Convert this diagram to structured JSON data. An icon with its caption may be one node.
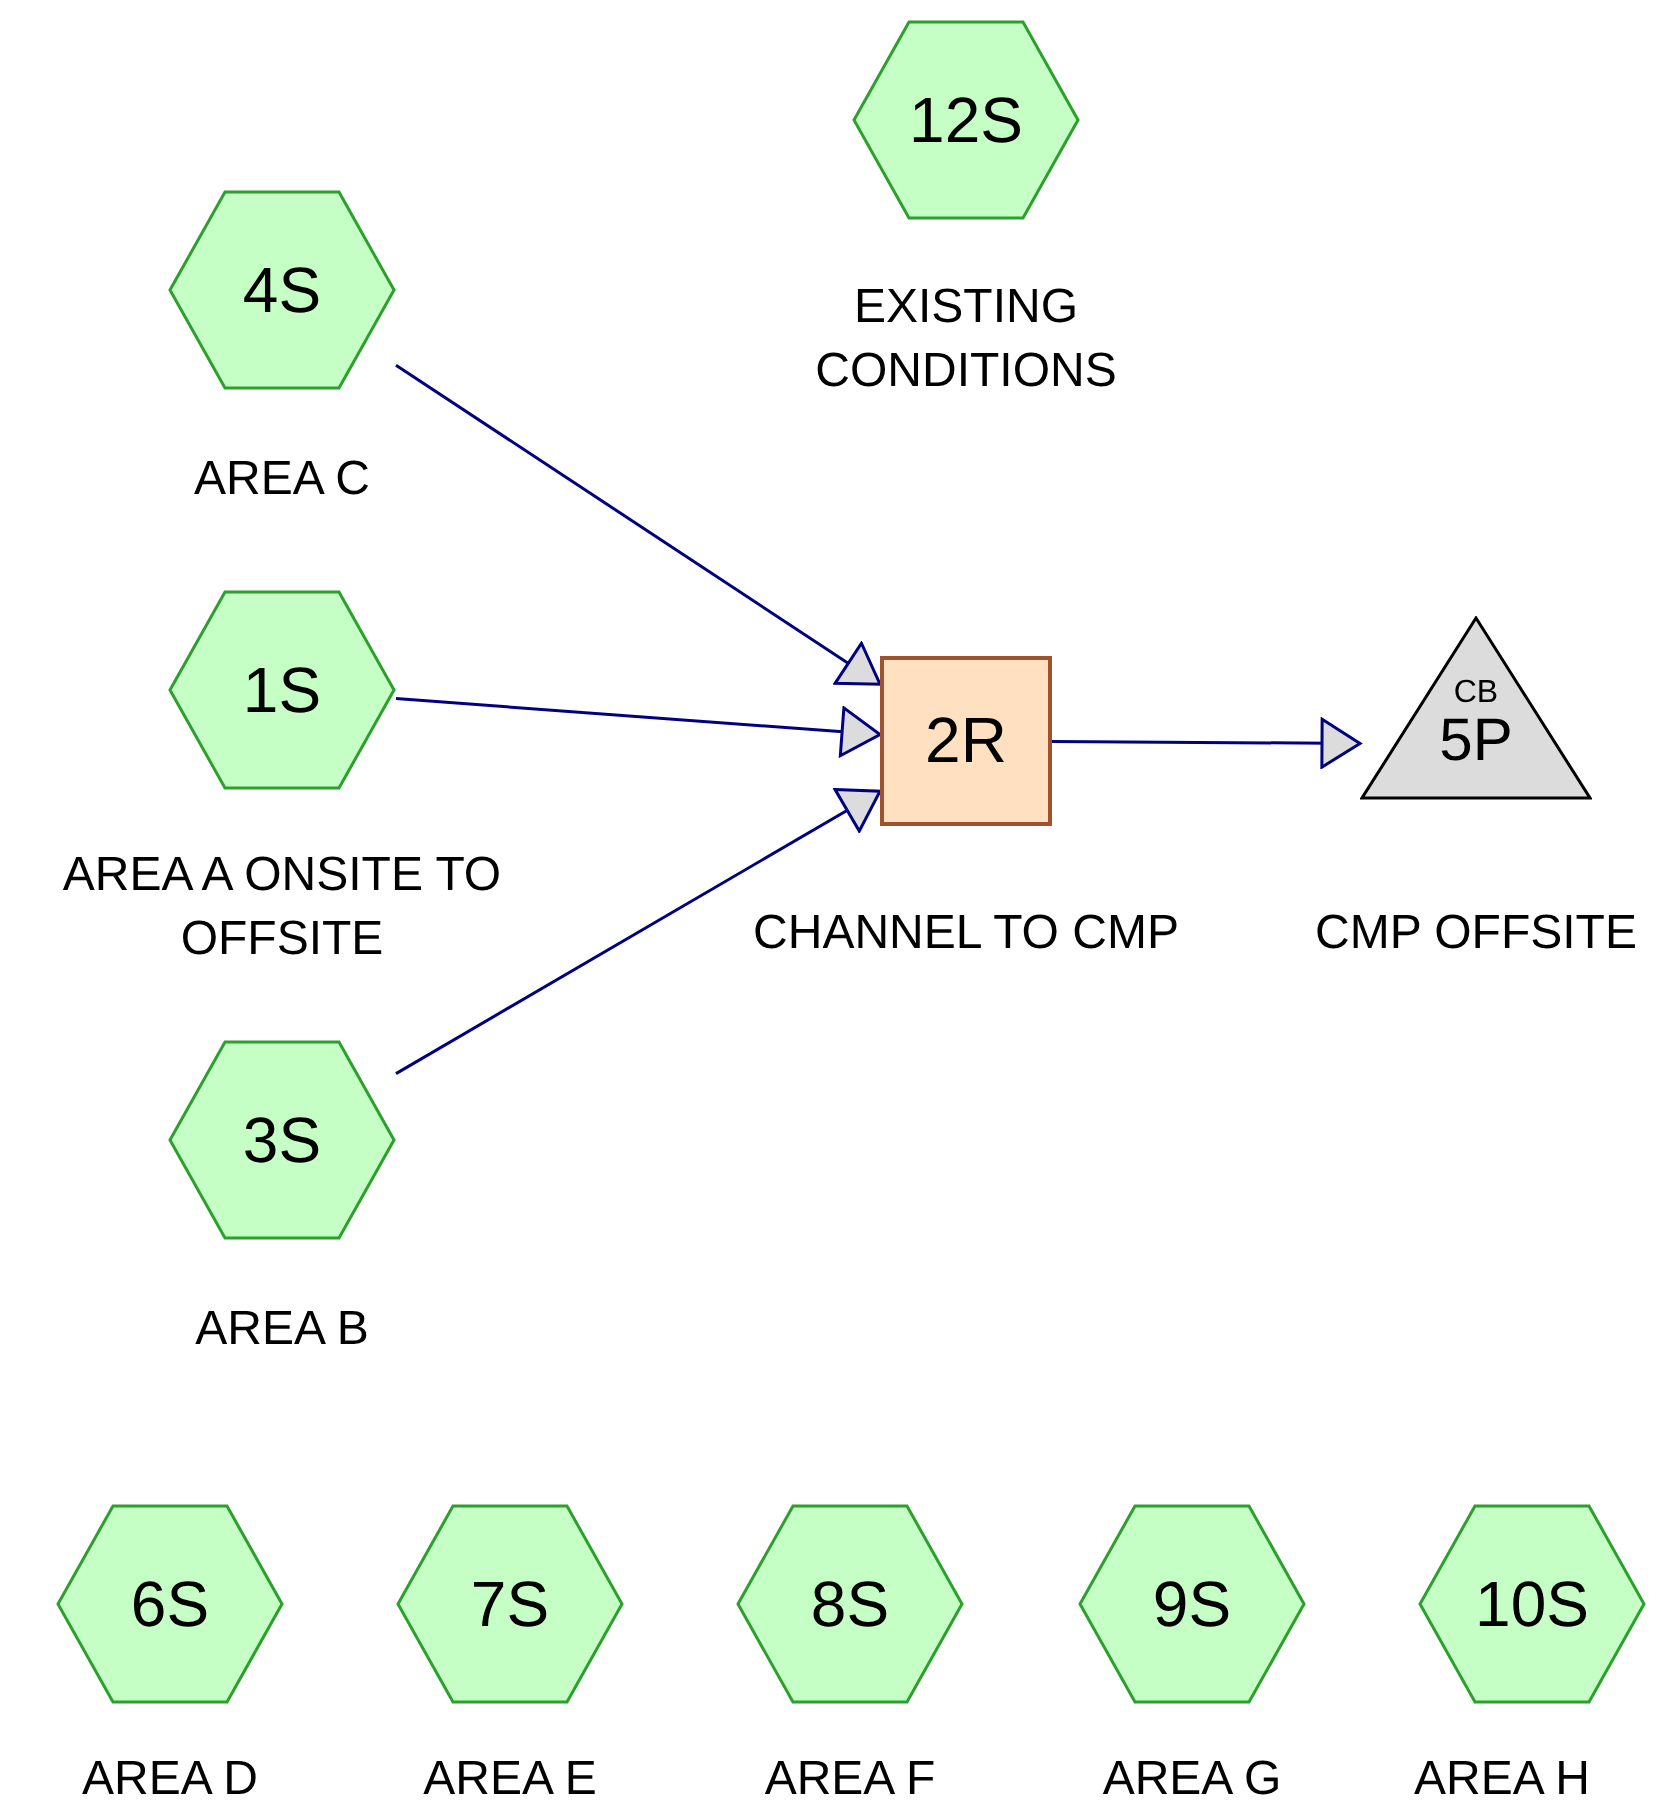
{
  "diagram": {
    "nodes": [
      {
        "text": [
          "12S"
        ],
        "beside": [
          "EXISTING CONDITIONS"
        ]
      },
      {
        "text": [
          "4S"
        ],
        "beside": [
          "AREA C"
        ]
      },
      {
        "text": [
          "1S"
        ],
        "beside": [
          "AREA A ONSITE TO OFFSITE"
        ]
      },
      {
        "text": [
          "2R"
        ],
        "beside": [
          "CHANNEL TO CMP"
        ]
      },
      {
        "text": [
          "CB",
          "5P"
        ],
        "beside": [
          "CMP OFFSITE"
        ]
      },
      {
        "text": [
          "3S"
        ],
        "beside": [
          "AREA B"
        ]
      },
      {
        "text": [
          "6S"
        ],
        "beside": [
          "AREA D"
        ]
      },
      {
        "text": [
          "7S"
        ],
        "beside": [
          "AREA E"
        ]
      },
      {
        "text": [
          "8S"
        ],
        "beside": [
          "AREA F"
        ]
      },
      {
        "text": [
          "9S"
        ],
        "beside": [
          "AREA G"
        ]
      },
      {
        "text": [
          "10S"
        ],
        "beside": [
          "AREA H"
        ]
      }
    ],
    "edges": [
      {
        "from": 1,
        "to": 3,
        "arrow": "to"
      },
      {
        "from": 2,
        "to": 3,
        "arrow": "to"
      },
      {
        "from": 5,
        "to": 3,
        "arrow": "to"
      },
      {
        "from": 3,
        "to": 4,
        "arrow": "to"
      }
    ]
  }
}
